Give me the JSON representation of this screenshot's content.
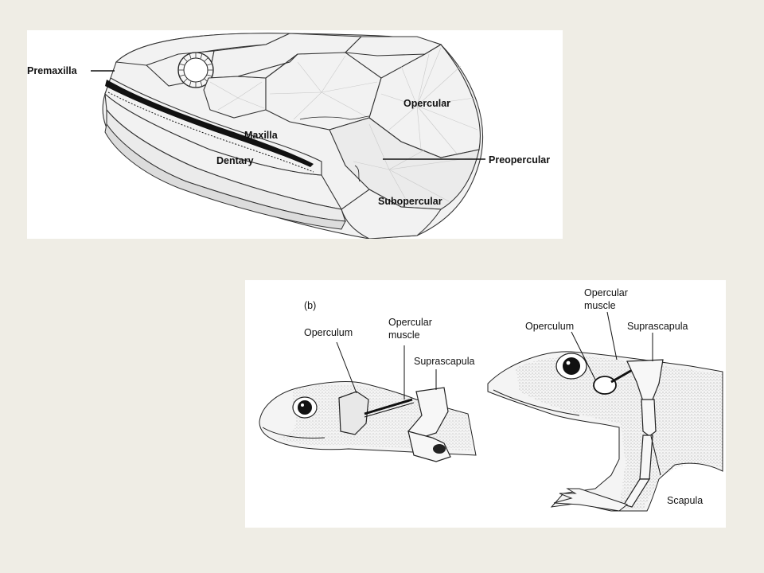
{
  "skull": {
    "labels": {
      "premaxilla": "Premaxilla",
      "maxilla": "Maxilla",
      "dentary": "Dentary",
      "opercular": "Opercular",
      "preopercular": "Preopercular",
      "subopercular": "Subopercular"
    }
  },
  "amphibian": {
    "panel_letter": "(b)",
    "left": {
      "operculum": "Operculum",
      "opercular_muscle_line1": "Opercular",
      "opercular_muscle_line2": "muscle",
      "suprascapula": "Suprascapula"
    },
    "right": {
      "opercular_muscle_line1": "Opercular",
      "opercular_muscle_line2": "muscle",
      "operculum": "Operculum",
      "suprascapula": "Suprascapula",
      "scapula": "Scapula"
    }
  }
}
